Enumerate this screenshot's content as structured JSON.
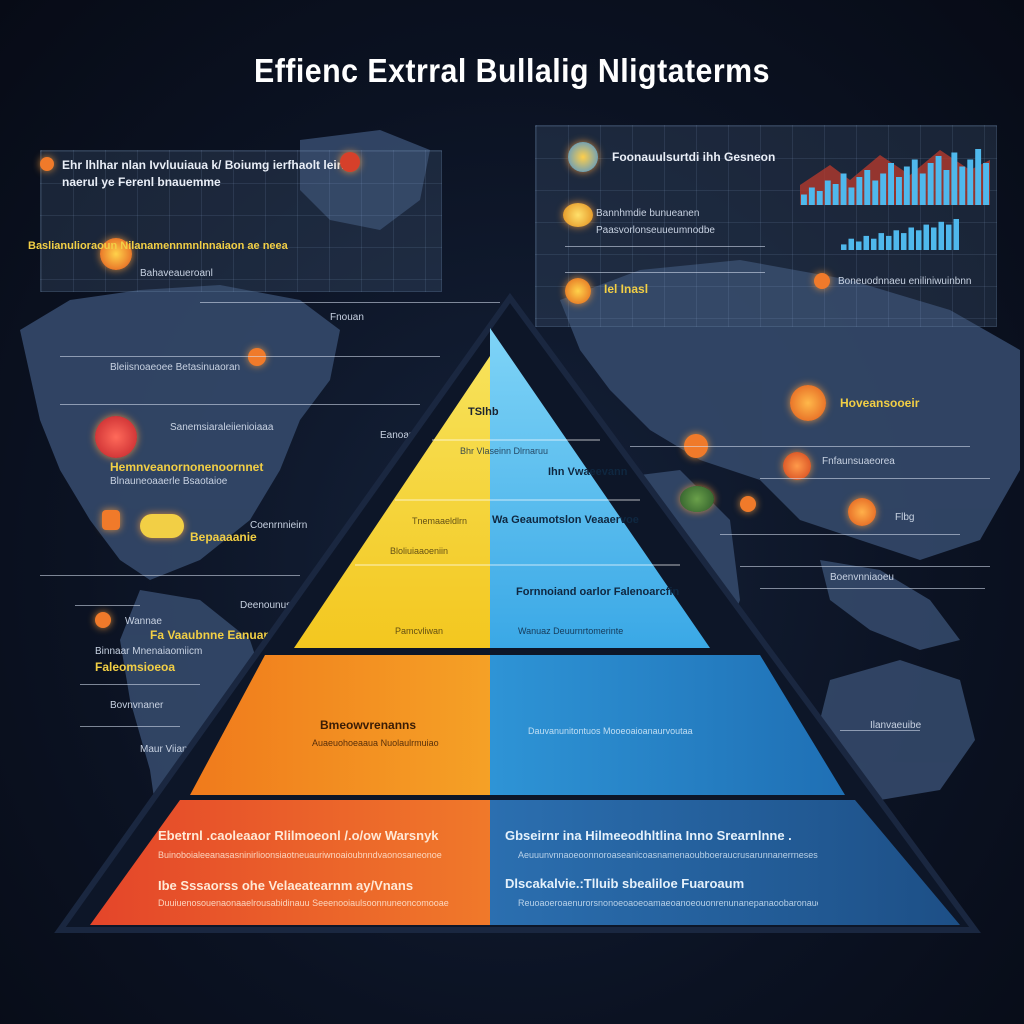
{
  "title": "Effienc Extrral Bullalig Nligtaterms",
  "colors": {
    "yellow": "#f3d21f",
    "orange": "#f29a1e",
    "red_orange": "#ee5a2c",
    "light_blue": "#4fb8ec",
    "mid_blue": "#2f8fd0",
    "dark_blue": "#1f5fa0",
    "map_land": "#3d5478",
    "background": "#0a1020"
  },
  "pyramid": {
    "top_left": [],
    "top_right": [
      {
        "title": "TSlhb",
        "sub": ""
      },
      {
        "title": "",
        "sub": "Bhr Vlaseinn Dlrnaruu"
      },
      {
        "title": "Ihn Vwaeevann",
        "sub": ""
      },
      {
        "title": "Wa Geaumotslon Veaaervoe",
        "sub": ""
      },
      {
        "title": "Fornnoiand oarlor Falenoarcfin",
        "sub": "Wanuaz Deuurnrtomerinte"
      }
    ],
    "top_left_labels": [
      {
        "title": "",
        "sub": "Tnemaaeldlrn"
      },
      {
        "title": "",
        "sub": "Bloliuiaaoeniin"
      },
      {
        "title": "",
        "sub": "Pamcvliwan"
      }
    ],
    "middle_left": {
      "title": "Bmeowvrenanns",
      "sub": "Auaeuohoeaaua Nuolaulrmuiao"
    },
    "middle_right": {
      "title": "",
      "sub": "Dauvanunitontuos Mooeoaioanaurvoutaa"
    },
    "bottom_left": [
      {
        "title": "Ebetrnl .caoleaaor Rlilmoeonl /.o/ow Warsnyk",
        "sub": "Buinoboialeeanasasninirlioonsiaotneuauriwnoaioubnndvaonosaneonoe"
      },
      {
        "title": "Ibe Sssaorss ohe Velaeatearnm ay/Vnans",
        "sub": "Duuiuenosouenaonaaelrousabidinauu Seeenooiaulsoonnuneoncomooae"
      }
    ],
    "bottom_right": [
      {
        "title": "Gbseirnr ina Hilmeeodhltlina Inno Srearnlnne .",
        "sub": "Aeuuunvnnaoeoonnoroaseanicoasnamenaoubboeraucrusarunnanerrneseseronrae"
      },
      {
        "title": "Dlscakalvie.:Tlluib sbealiloe Fuaroaum",
        "sub": "Reuoaoeroaenurorsnonoeoaoeoamaeoanoeouonrenunanepanaoobaronauoa"
      }
    ]
  },
  "panels": {
    "top_left": {
      "lines": [
        "Ehr lhlhar nlan Ivvluuiaua k/ Boiumg ierfhaolt leirl",
        "naerul ye Ferenl bnauemme",
        "Baslianulioraoun Nilanamennmnlnnaiaon ae neea",
        "Bahaveaueroanl"
      ]
    },
    "top_right": {
      "lines": [
        "Foonauulsurtdi ihh Gesneon",
        "Bannhmdie bunueanen",
        "Paasvorlonseuueumnodbe",
        "Iel Inasl"
      ]
    }
  },
  "side_labels": {
    "left": [
      "Bleiisnoaeoee Betasinuaoran",
      "Sanemsiaraleiienioiaaa",
      "Hemnveanornonenoornnet",
      "Blnauneoaaerle Bsaotaioe",
      "Bepaaaanie",
      "Wannae",
      "Fa Vaaubnne Eanuanaam",
      "Binnaar Mnenaiaomiicm",
      "Faleomsioeoa",
      "Bovnvnaner",
      "Maur Viianw",
      "Fnouan",
      "Eanoanaa",
      "Coenrnnieirn",
      "Deenounusns"
    ],
    "right": [
      "Boneuodnnaeu eniliniwuinbnn",
      "Hoveansooeir",
      "Fnfaunsuaeorea",
      "Flbg",
      "Boenvnniaoeu",
      "Ilanvaeuibe"
    ]
  },
  "chart_data": {
    "type": "bar",
    "title": "",
    "note": "decorative mini bar charts without printed values",
    "series": [
      {
        "values": [
          3,
          5,
          4,
          7,
          6,
          9,
          5,
          8,
          10,
          7,
          9,
          12,
          8,
          11,
          13,
          9,
          12,
          14,
          10,
          15,
          11,
          13,
          16,
          12
        ]
      },
      {
        "values": [
          2,
          4,
          3,
          5,
          4,
          6,
          5,
          7,
          6,
          8,
          7,
          9,
          8,
          10,
          9,
          11
        ]
      }
    ]
  }
}
